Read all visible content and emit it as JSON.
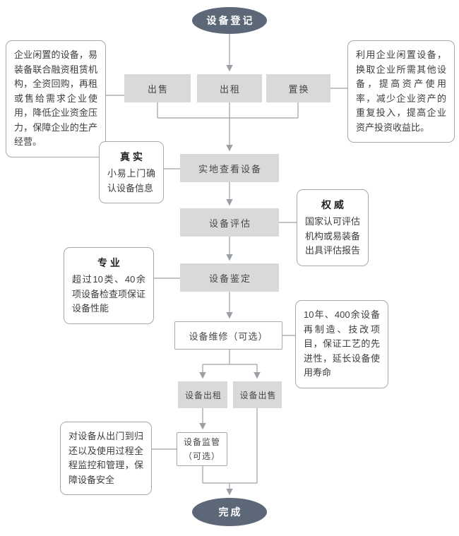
{
  "nodes": {
    "start": "设备登记",
    "sell": "出售",
    "rent": "出租",
    "swap": "置换",
    "inspect": "实地查看设备",
    "evaluate": "设备评估",
    "identify": "设备鉴定",
    "repair": "设备维修（可选）",
    "lease": "设备出租",
    "sale": "设备出售",
    "supervise": "设备监管（可选）",
    "end": "完成"
  },
  "callouts": {
    "finance": {
      "body": "企业闲置的设备，易装备联合融资租赁机构，全资回购，再租或售给需求企业使用，降低企业资金压力，保障企业的生产经营。"
    },
    "swap_benefit": {
      "body": "利用企业闲置设备，换取企业所需其他设备，提高资产使用率，减少企业资产的重复投入，提高企业资产投资收益比。"
    },
    "real": {
      "title": "真 实",
      "body": "小易上门确认设备信息"
    },
    "authority": {
      "title": "权 威",
      "body": "国家认可评估机构或易装备出具评估报告"
    },
    "professional": {
      "title": "专 业",
      "body": "超过10类、40余项设备检查项保证设备性能"
    },
    "remanufacture": {
      "body": "10年、400余设备再制造、技改项目，保证工艺的先进性，延长设备使用寿命"
    },
    "supervision": {
      "body": "对设备从出门到归还以及使用过程全程监控和管理，保障设备安全"
    }
  },
  "colors": {
    "terminal": "#5c6777",
    "step": "#d9d9d9",
    "connector": "#9aa0a6"
  }
}
